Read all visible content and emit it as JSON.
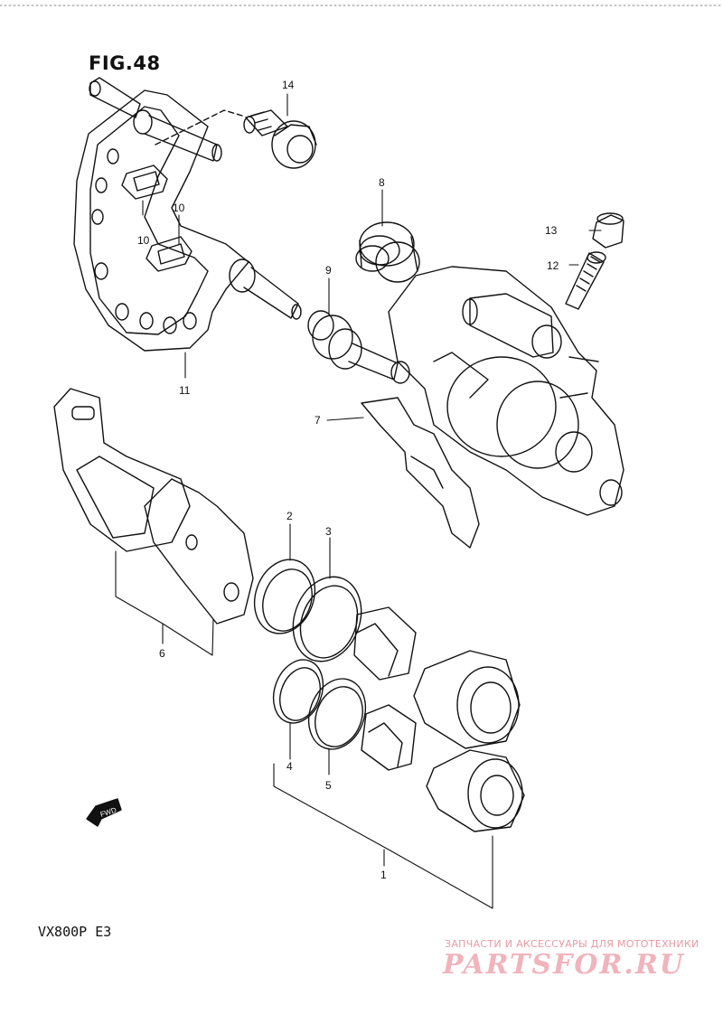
{
  "figure": {
    "title": "FIG.48"
  },
  "footer": {
    "model": "VX800P  E3"
  },
  "direction_badge": "FWD",
  "watermark": {
    "caption": "ЗАПЧАСТИ И АКСЕССУАРЫ ДЛЯ МОТОТЕХНИКИ",
    "logo": "PARTSFOR.RU"
  },
  "callouts": [
    {
      "id": "callout-1",
      "label": "1"
    },
    {
      "id": "callout-2",
      "label": "2"
    },
    {
      "id": "callout-3",
      "label": "3"
    },
    {
      "id": "callout-4",
      "label": "4"
    },
    {
      "id": "callout-5",
      "label": "5"
    },
    {
      "id": "callout-6",
      "label": "6"
    },
    {
      "id": "callout-7",
      "label": "7"
    },
    {
      "id": "callout-8",
      "label": "8"
    },
    {
      "id": "callout-9",
      "label": "9"
    },
    {
      "id": "callout-10a",
      "label": "10"
    },
    {
      "id": "callout-10b",
      "label": "10"
    },
    {
      "id": "callout-11",
      "label": "11"
    },
    {
      "id": "callout-12",
      "label": "12"
    },
    {
      "id": "callout-13",
      "label": "13"
    },
    {
      "id": "callout-14",
      "label": "14"
    }
  ]
}
